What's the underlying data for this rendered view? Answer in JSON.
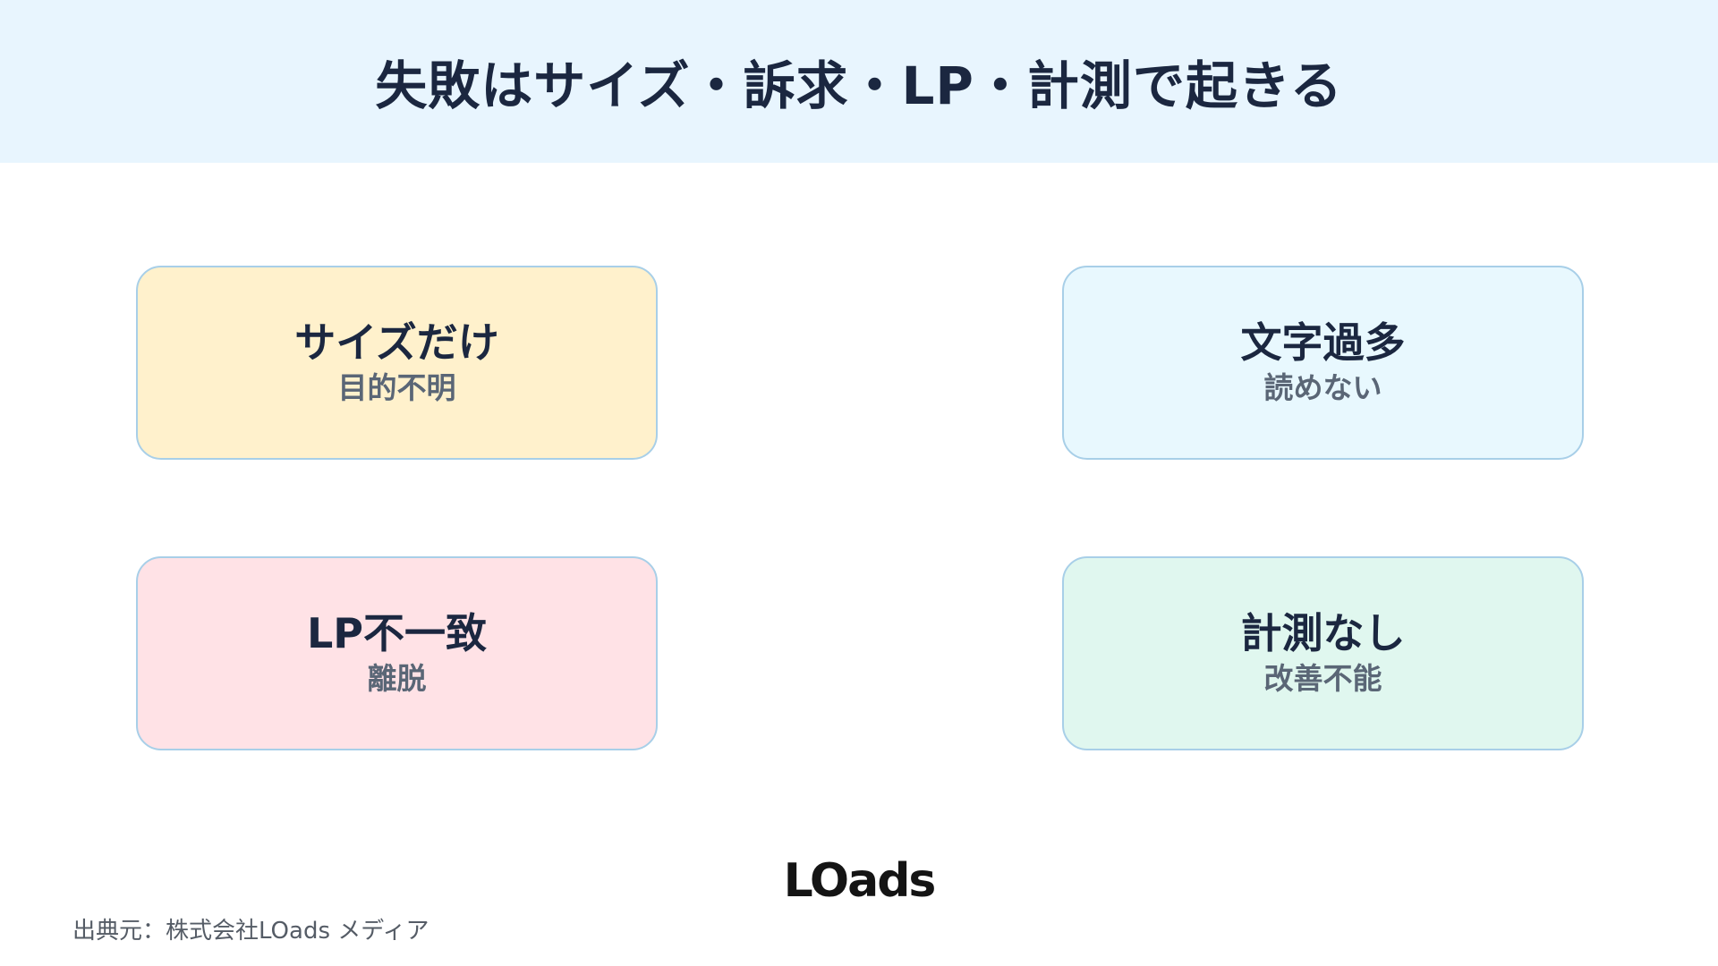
{
  "header": {
    "title": "失敗はサイズ・訴求・LP・計測で起きる",
    "background": "#e8f5fe"
  },
  "cards": [
    {
      "title": "サイズだけ",
      "subtitle": "目的不明",
      "color": "#fff1cc"
    },
    {
      "title": "文字過多",
      "subtitle": "読めない",
      "color": "#e8f8fe"
    },
    {
      "title": "LP不一致",
      "subtitle": "離脱",
      "color": "#ffe2e6"
    },
    {
      "title": "計測なし",
      "subtitle": "改善不能",
      "color": "#e0f7ef"
    }
  ],
  "logo": {
    "text": "LOads"
  },
  "footer": {
    "source": "出典元：株式会社LOads メディア"
  }
}
